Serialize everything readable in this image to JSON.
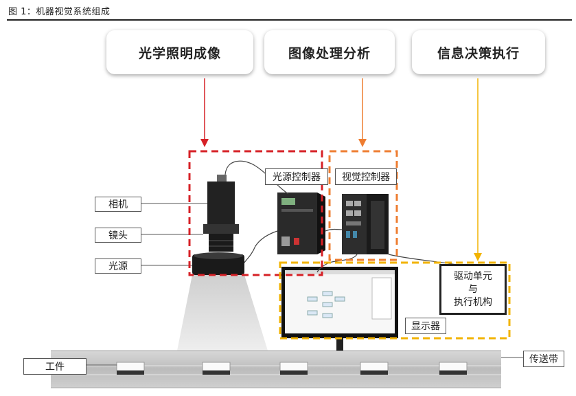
{
  "caption": "图 1：机器视觉系统组成",
  "stages": [
    "光学照明成像",
    "图像处理分析",
    "信息决策执行"
  ],
  "labels": {
    "camera": "相机",
    "lens": "镜头",
    "light": "光源",
    "light_controller": "光源控制器",
    "vision_controller": "视觉控制器",
    "drive_unit": "驱动单元\n与\n执行机构",
    "display": "显示器",
    "conveyor": "传送带",
    "workpiece": "工件"
  },
  "colors": {
    "red": "#d62026",
    "orange": "#ee7d31",
    "yellow": "#f2b300"
  }
}
